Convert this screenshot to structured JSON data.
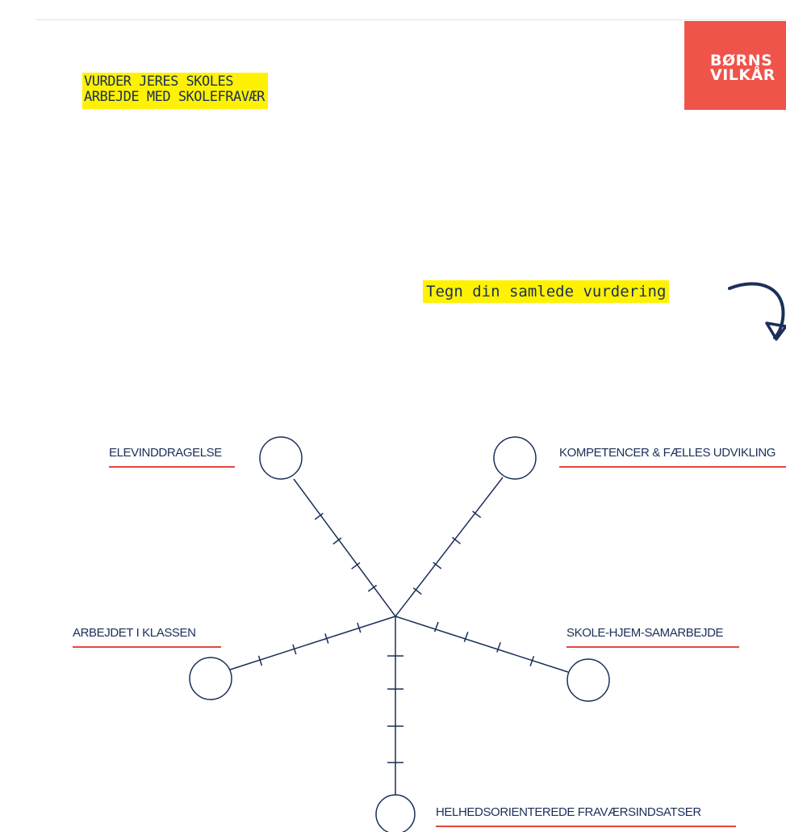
{
  "header": {
    "title_lines": [
      "VURDER JERES SKOLES",
      "ARBEJDE MED SKOLEFRAVÆR"
    ]
  },
  "logo": {
    "line1": "BØRNS",
    "line2": "VILKÅR",
    "bg_color": "#f0534a"
  },
  "callout": {
    "text": "Tegn din samlede vurdering"
  },
  "colors": {
    "ink": "#1b2f5a",
    "highlight": "#fff200",
    "underline": "#e5483c"
  },
  "diagram": {
    "axes": [
      {
        "label": "ELEVINDDRAGELSE"
      },
      {
        "label": "KOMPETENCER & FÆLLES UDVIKLING"
      },
      {
        "label": "ARBEJDET I KLASSEN"
      },
      {
        "label": "SKOLE-HJEM-SAMARBEJDE"
      },
      {
        "label": "HELHEDSORIENTEREDE FRAVÆRSINDSATSER"
      }
    ]
  }
}
